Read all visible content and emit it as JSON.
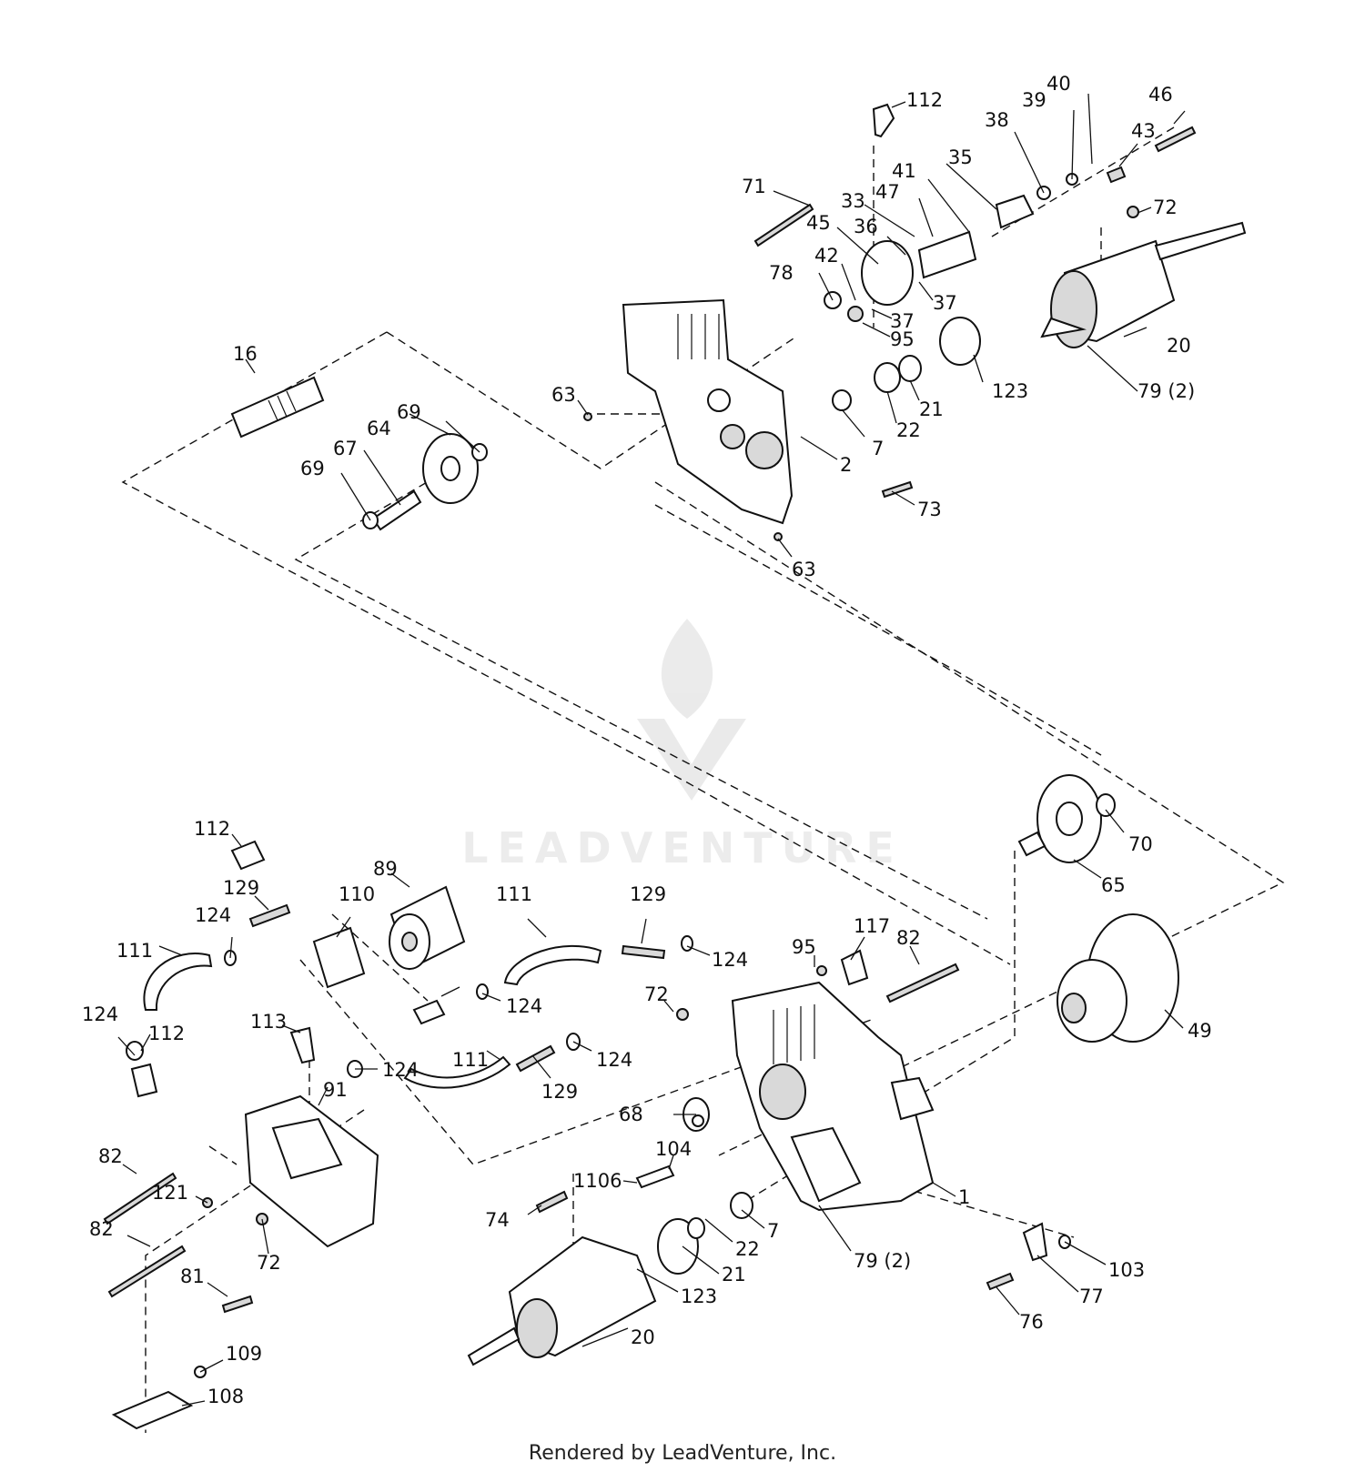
{
  "diagram": {
    "watermark": "LEADVENTURE",
    "footer": "Rendered by LeadVenture, Inc.",
    "callouts": [
      "112",
      "40",
      "39",
      "46",
      "38",
      "43",
      "35",
      "41",
      "47",
      "72",
      "33",
      "71",
      "45",
      "36",
      "42",
      "78",
      "37",
      "37",
      "95",
      "20",
      "123",
      "79 (2)",
      "21",
      "22",
      "16",
      "69",
      "64",
      "63",
      "67",
      "69",
      "7",
      "2",
      "73",
      "63",
      "112",
      "89",
      "129",
      "111",
      "110",
      "129",
      "124",
      "111",
      "117",
      "124",
      "95",
      "82",
      "124",
      "72",
      "70",
      "65",
      "49",
      "113",
      "112",
      "124",
      "124",
      "111",
      "124",
      "91",
      "129",
      "68",
      "104",
      "82",
      "121",
      "1106",
      "74",
      "7",
      "22",
      "21",
      "72",
      "79 (2)",
      "103",
      "82",
      "81",
      "123",
      "77",
      "20",
      "76",
      "109",
      "108",
      "1"
    ]
  }
}
